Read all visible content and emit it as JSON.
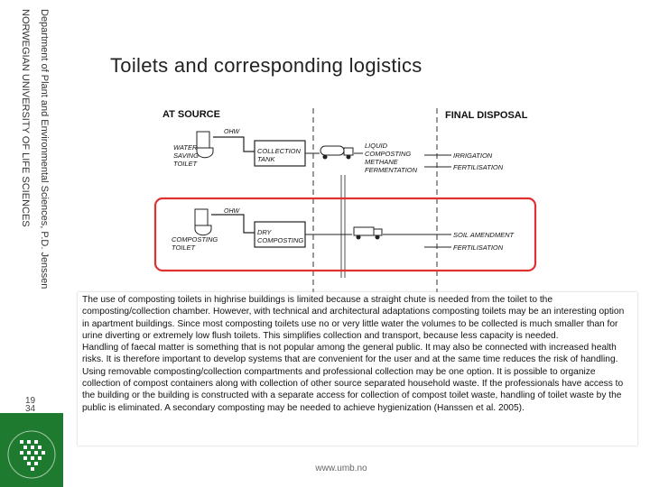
{
  "slide": {
    "title": "Toilets and corresponding logistics",
    "vertical_text_1": "Department of Plant and Environmental Sciences, P.D. Jenssen",
    "vertical_text_2": "NORWEGIAN UNIVERSITY OF LIFE SCIENCES",
    "page_number_top": "19",
    "page_number_bottom": "34",
    "footer_url": "www.umb.no"
  },
  "diagram": {
    "header_left": "AT SOURCE",
    "header_right": "FINAL DISPOSAL",
    "row1": {
      "ohw": "OHW",
      "toilet": [
        "WATER",
        "SAVING",
        "TOILET"
      ],
      "tank": [
        "COLLECTION",
        "TANK"
      ],
      "process": [
        "LIQUID",
        "COMPOSTING",
        "METHANE",
        "FERMENTATION"
      ],
      "outputs": [
        "IRRIGATION",
        "FERTILISATION"
      ]
    },
    "row2": {
      "ohw": "OHW",
      "toilet": [
        "COMPOSTING",
        "TOILET"
      ],
      "process": [
        "DRY",
        "COMPOSTING"
      ],
      "outputs": [
        "SOIL AMENDMENT",
        "FERTILISATION"
      ]
    },
    "highlight_color": "#e03030"
  },
  "body_text": {
    "paragraph_1": "The use of composting toilets in highrise buildings is limited because a straight chute is needed from the toilet to the composting/collection chamber. However, with technical and architectural adaptations composting toilets may be an interesting option in apartment buildings. Since most composting toilets use no or very little water the volumes to be collected is much smaller than for urine diverting or extremely low flush toilets. This simplifies collection and transport, because less capacity is needed.",
    "paragraph_2": "Handling of faecal matter is something that is not popular among the general public. It may also be connected with increased health risks. It is therefore important to develop systems that are convenient for the user and at the same time reduces the risk of handling. Using removable composting/collection compartments and professional collection may be one option. It is possible to organize collection of compost containers along with collection of other source separated household waste. If the professionals have access to the building or the building is constructed with a separate access for collection of compost toilet waste, handling of toilet waste by the public is eliminated. A secondary composting may be needed to achieve hygienization (Hanssen et al. 2005)."
  },
  "colors": {
    "logo_green": "#1e7a2e"
  }
}
